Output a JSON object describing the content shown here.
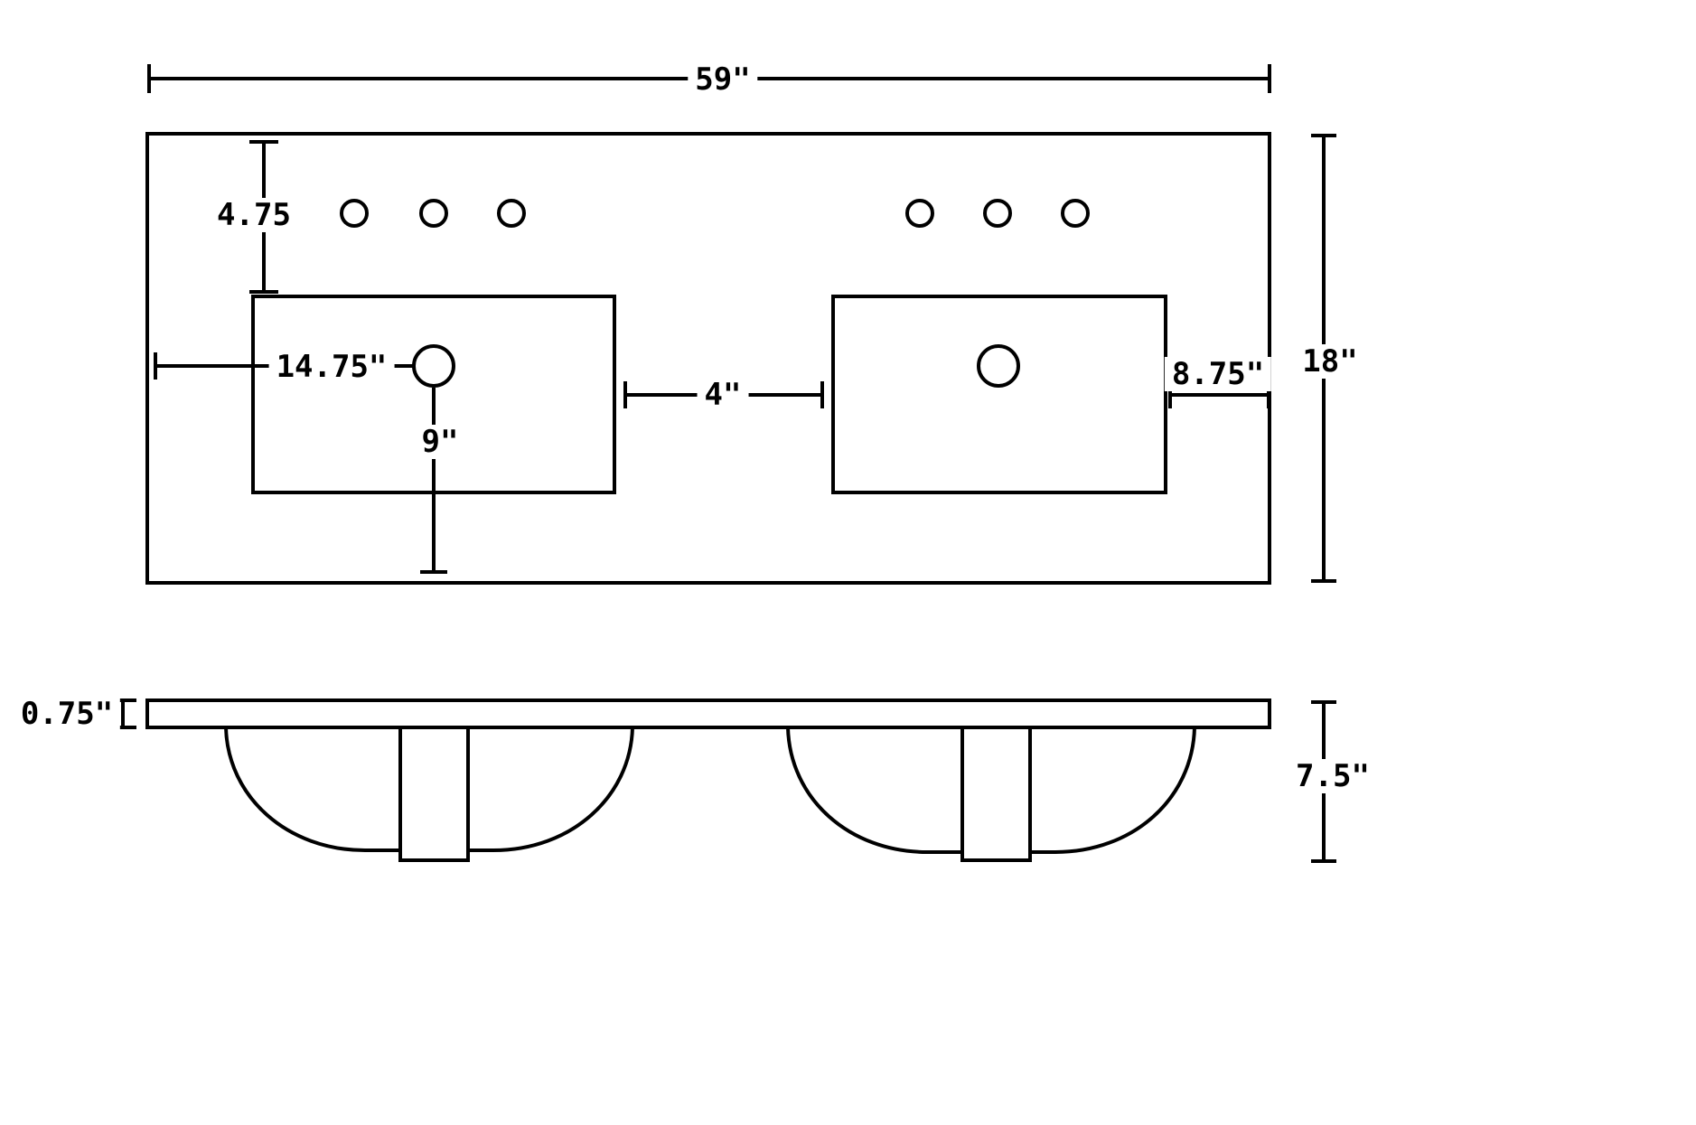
{
  "diagram": {
    "line_color": "#000000",
    "background_color": "#ffffff",
    "dims": {
      "overall_width": "59\"",
      "depth": "18\"",
      "faucet_setback": "4.75",
      "drain_left_offset": "14.75\"",
      "drain_front_offset": "9\"",
      "sink_gap": "4\"",
      "right_offset": "8.75\"",
      "top_thickness": "0.75\"",
      "overall_height": "7.5\""
    }
  }
}
